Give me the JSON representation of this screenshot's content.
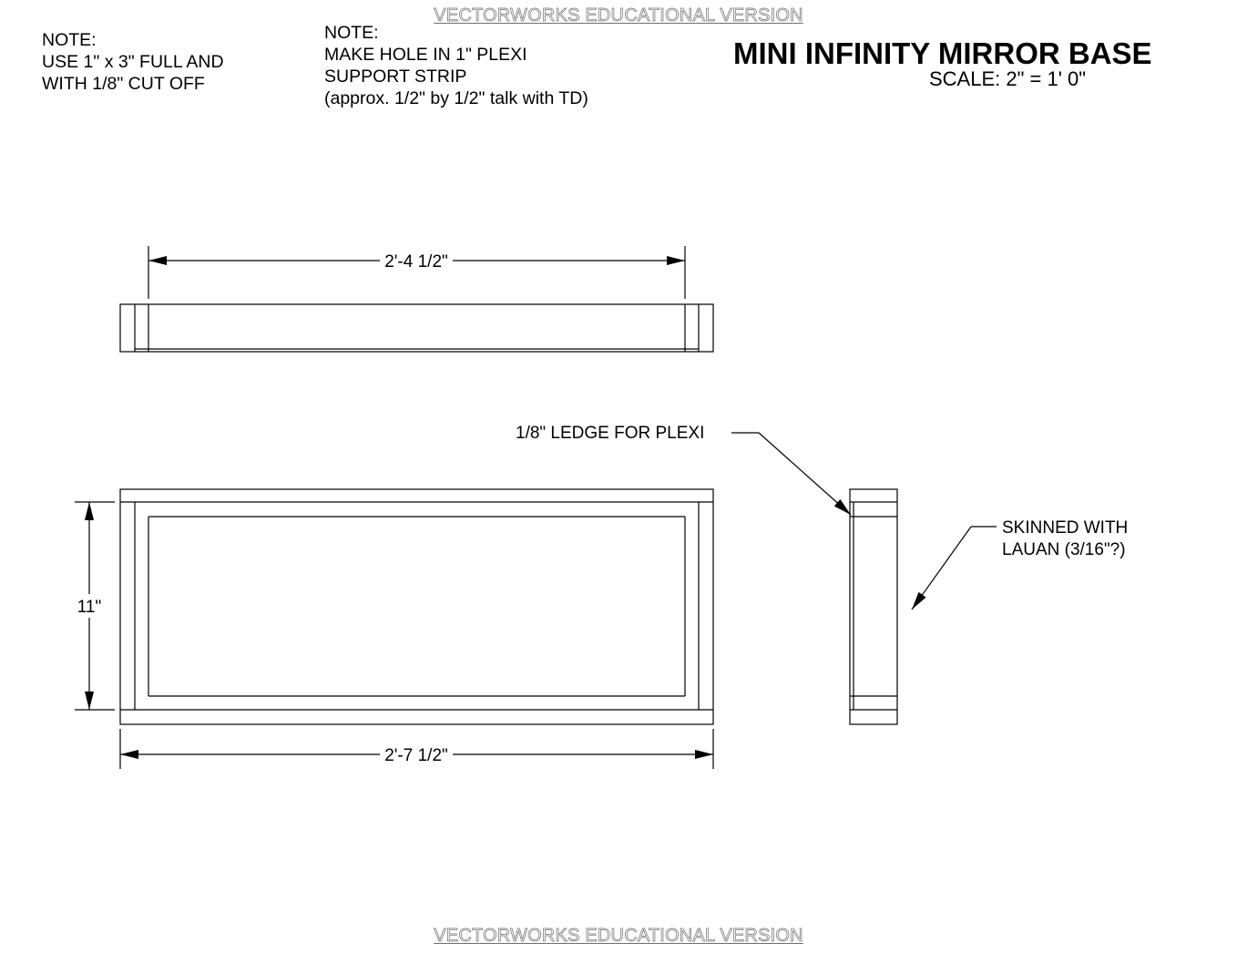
{
  "watermark": "VECTORWORKS EDUCATIONAL VERSION",
  "title": "MINI INFINITY MIRROR BASE",
  "scale": "SCALE: 2\" = 1' 0\"",
  "notes": {
    "left": [
      "NOTE:",
      "USE 1\" x 3\"  FULL AND",
      "WITH 1/8\" CUT OFF"
    ],
    "center": [
      "NOTE:",
      "MAKE HOLE IN 1\" PLEXI",
      "SUPPORT STRIP",
      "(approx. 1/2\" by 1/2\" talk with TD)"
    ]
  },
  "dimensions": {
    "top_inner_width": "2'-4 1/2\"",
    "height": "11\"",
    "outer_width": "2'-7 1/2\""
  },
  "callouts": {
    "ledge": "1/8\" LEDGE FOR PLEXI",
    "skin_line1": "SKINNED WITH",
    "skin_line2": "LAUAN (3/16\"?)"
  }
}
